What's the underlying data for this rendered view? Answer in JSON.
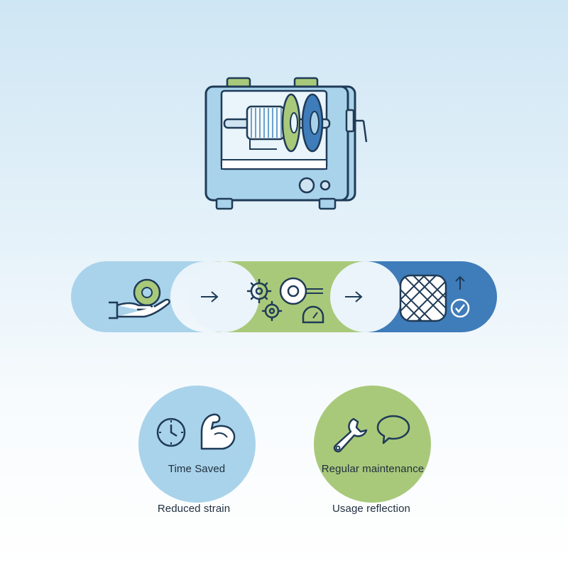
{
  "hero": {
    "icon": "winder-machine-icon"
  },
  "process": {
    "steps": [
      {
        "icon": "hand-holding-spool-icon",
        "color": "#a9d3ea"
      },
      {
        "icon": "gears-spool-gauge-icon",
        "color": "#a9c97a"
      },
      {
        "icon": "wound-ball-check-icon",
        "color": "#3f7cba"
      }
    ],
    "arrow_icon": "right-arrow-icon"
  },
  "benefits": [
    {
      "circle_color": "#a9d3ea",
      "icons": [
        "clock-icon",
        "flexed-arm-icon"
      ],
      "inner_label": "Time Saved",
      "outer_label": "Reduced strain"
    },
    {
      "circle_color": "#a9c97a",
      "icons": [
        "wrench-icon",
        "speech-bubble-icon"
      ],
      "inner_label": "Regular maintenance",
      "outer_label": "Usage reflection"
    }
  ]
}
